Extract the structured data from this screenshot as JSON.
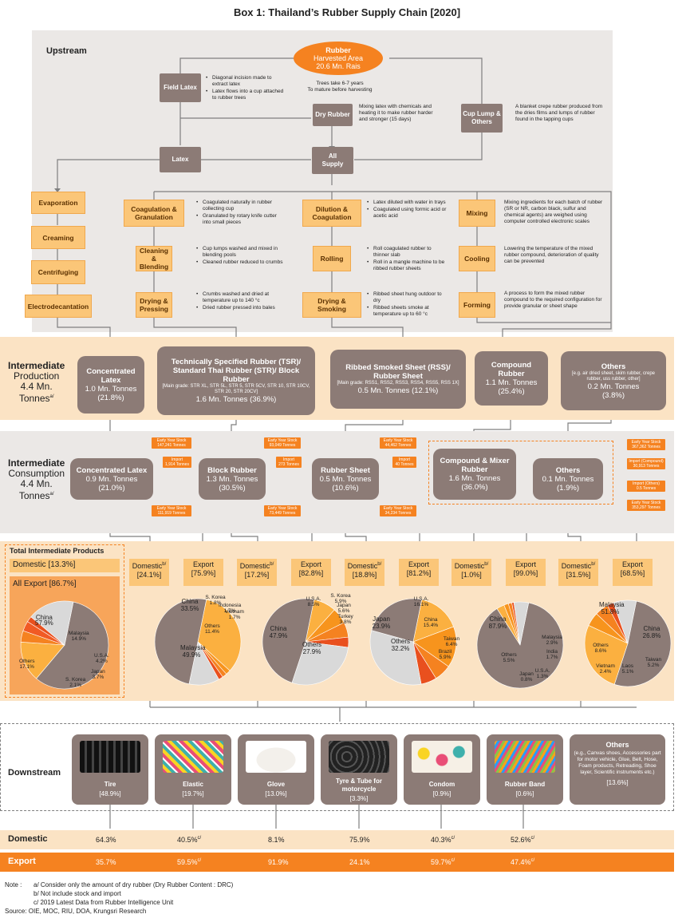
{
  "title": "Box 1: Thailand’s Rubber Supply Chain [2020]",
  "upstream": {
    "label": "Upstream",
    "harvest": {
      "name": "Rubber",
      "sub": "Harvested Area",
      "value": "20.6 Mn. Rais"
    },
    "field_latex": "Field Latex",
    "field_latex_desc": [
      "Diagonal incision made to extract latex",
      "Latex flows into a cup attached to rubber trees"
    ],
    "trees_note": [
      "Trees take 6-7 years",
      "To mature before harvesting"
    ],
    "dry_rubber": "Dry Rubber",
    "dry_rubber_desc": "Mixing latex with chemicals and heating it to make rubber harder and stronger (15 days)",
    "cup_lump": "Cup Lump & Others",
    "cup_lump_desc": "A blanket crepe rubber produced from the dries films and lumps of rubber found in the tapping cups",
    "latex": "Latex",
    "all_supply": "All Supply",
    "latex_steps": [
      "Evaporation",
      "Creaming",
      "Centrifuging",
      "Electrodecantation"
    ],
    "tsr_steps": [
      {
        "name": "Coagulation & Granulation",
        "desc": [
          "Coagulated naturally in rubber collecting cup",
          "Granulated by rotary knife cutter into small pieces"
        ]
      },
      {
        "name": "Cleaning & Blending",
        "desc": [
          "Cup lumps washed and mixed in blending pools",
          "Cleaned rubber reduced to crumbs"
        ]
      },
      {
        "name": "Drying & Pressing",
        "desc": [
          "Crumbs washed and dried at temperature up to 140 °c",
          "Dried rubber pressed into bales"
        ]
      }
    ],
    "rss_steps": [
      {
        "name": "Dilution & Coagulation",
        "desc": [
          "Latex diluted with water in trays",
          "Coagulated using formic acid or acetic acid"
        ]
      },
      {
        "name": "Rolling",
        "desc": [
          "Roll coagulated rubber to thinner slab",
          "Roll in a mangle machine to be ribbed rubber sheets"
        ]
      },
      {
        "name": "Drying & Smoking",
        "desc": [
          "Ribbed sheet hung outdoor to dry",
          "Ribbed sheets smoke at temperature up to 60 °c"
        ]
      }
    ],
    "compound_steps": [
      {
        "name": "Mixing",
        "desc": "Mixing ingredients for each batch of rubber (SR or NR, carbon black, sulfur and chemical agents) are weighed using computer controlled electronic scales"
      },
      {
        "name": "Cooling",
        "desc": "Lowering the temperature of the mixed rubber compound, deterioration of quality can be prevented"
      },
      {
        "name": "Forming",
        "desc": "A process to form the mixed rubber compound to the required configuration for provide granular or sheet shape"
      }
    ]
  },
  "production": {
    "label": [
      "Intermediate",
      "Production",
      "4.4 Mn.",
      "Tonnes"
    ],
    "label_sup": "a/",
    "items": [
      {
        "name": "Concentrated Latex",
        "sub": "",
        "value": "1.0 Mn. Tonnes",
        "pct": "(21.8%)"
      },
      {
        "name": "Technically Specified Rubber (TSR)/ Standard Thai Rubber (STR)/ Block Rubber",
        "sub": "[Main grade: STR XL, STR 5L, STR 5, STR 5CV, STR 10, STR 10CV, STR 20, STR 20CV]",
        "value": "1.6 Mn. Tonnes",
        "pct": "(36.9%)"
      },
      {
        "name": "Ribbed Smoked Sheet (RSS)/ Rubber Sheet",
        "sub": "[Main grade: RSS1, RSS2, RSS3, RSS4, RSS5, RSS 1X]",
        "value": "0.5 Mn. Tonnes",
        "pct": "(12.1%)"
      },
      {
        "name": "Compound Rubber",
        "sub": "",
        "value": "1.1 Mn. Tonnes",
        "pct": "(25.4%)"
      },
      {
        "name": "Others",
        "sub": "[e.g. air dried sheet, skim rubber, crepe rubber, uss rubber, other]",
        "value": "0.2 Mn. Tonnes",
        "pct": "(3.8%)"
      }
    ]
  },
  "consumption": {
    "label": [
      "Intermediate",
      "Consumption",
      "4.4 Mn.",
      "Tonnes"
    ],
    "label_sup": "a/",
    "items": [
      {
        "name": "Concentrated Latex",
        "value": "0.9 Mn. Tonnes",
        "pct": "(21.0%)"
      },
      {
        "name": "Block Rubber",
        "value": "1.3 Mn. Tonnes",
        "pct": "(30.5%)"
      },
      {
        "name": "Rubber Sheet",
        "value": "0.5 Mn. Tonnes",
        "pct": "(10.6%)"
      },
      {
        "name": "Compound & Mixer Rubber",
        "value": "1.6 Mn. Tonnes",
        "pct": "(36.0%)"
      },
      {
        "name": "Others",
        "value": "0.1 Mn. Tonnes",
        "pct": "(1.9%)"
      }
    ],
    "stock_tags": [
      [
        "Early Year Stock",
        "147,241 Tonnes"
      ],
      [
        "Import",
        "1,914 Tonnes"
      ],
      [
        "Early Year Stock",
        "111,919 Tonnes"
      ],
      [
        "Early Year Stock",
        "93,049 Tonnes"
      ],
      [
        "Import",
        "273 Tonnes"
      ],
      [
        "Early Year Stock",
        "73,449 Tonnes"
      ],
      [
        "Early Year Stock",
        "44,462 Tonnes"
      ],
      [
        "Import",
        "40 Tonnes"
      ],
      [
        "Early Year Stock",
        "34,234 Tonnes"
      ],
      [
        "Early Year Stock",
        "367,362 Tonnes"
      ],
      [
        "Import (Compound)",
        "30,913 Tonnes"
      ],
      [
        "Import (Others)",
        "0.5 Tonnes"
      ],
      [
        "Early Year Stock",
        "353,297 Tonnes"
      ]
    ]
  },
  "total_intermediate": {
    "title": "Total Intermediate Products",
    "domestic": "Domestic [13.3%]",
    "export": "All Export [86.7%]",
    "pie": [
      {
        "label": "China",
        "value": 57.9,
        "color": "#8c7b76"
      },
      {
        "label": "Malaysia",
        "value": 14.9,
        "color": "#fbb040"
      },
      {
        "label": "U.S.A.",
        "value": 4.2,
        "color": "#f58220"
      },
      {
        "label": "Japan",
        "value": 3.7,
        "color": "#f15a24"
      },
      {
        "label": "S. Korea",
        "value": 2.1,
        "color": "#e9501e"
      },
      {
        "label": "Others",
        "value": 17.1,
        "color": "#d9d9d9"
      }
    ]
  },
  "trade": [
    {
      "domestic": "Domestic",
      "domestic_sup": "b/",
      "domestic_pct": "[24.1%]",
      "export": "Export",
      "export_pct": "[75.9%]",
      "pie": [
        {
          "label": "China",
          "value": 33.5,
          "color": "#fbb040"
        },
        {
          "label": "S. Korea",
          "value": 1.8,
          "color": "#f7941d"
        },
        {
          "label": "Indonesia",
          "value": 1.7,
          "color": "#f58220"
        },
        {
          "label": "Vietnam",
          "value": 1.7,
          "color": "#e9501e"
        },
        {
          "label": "Others",
          "value": 11.4,
          "color": "#d9d9d9"
        },
        {
          "label": "Malaysia",
          "value": 49.9,
          "color": "#8c7b76"
        }
      ]
    },
    {
      "domestic": "Domestic",
      "domestic_sup": "b/",
      "domestic_pct": "[17.2%]",
      "export": "Export",
      "export_pct": "[82.8%]",
      "pie": [
        {
          "label": "U.S.A.",
          "value": 8.5,
          "color": "#fbb040"
        },
        {
          "label": "S. Korea",
          "value": 5.9,
          "color": "#f7941d"
        },
        {
          "label": "Japan",
          "value": 5.6,
          "color": "#f58220"
        },
        {
          "label": "Turkey",
          "value": 3.8,
          "color": "#e9501e"
        },
        {
          "label": "Others",
          "value": 27.9,
          "color": "#d9d9d9"
        },
        {
          "label": "China",
          "value": 47.9,
          "color": "#8c7b76"
        }
      ]
    },
    {
      "domestic": "Domestic",
      "domestic_sup": "b/",
      "domestic_pct": "[18.8%]",
      "export": "Export",
      "export_pct": "[81.2%]",
      "pie": [
        {
          "label": "U.S.A.",
          "value": 16.1,
          "color": "#fbb040"
        },
        {
          "label": "China",
          "value": 15.4,
          "color": "#f7941d"
        },
        {
          "label": "Taiwan",
          "value": 6.4,
          "color": "#f58220"
        },
        {
          "label": "Brazil",
          "value": 5.9,
          "color": "#e9501e"
        },
        {
          "label": "Others",
          "value": 32.2,
          "color": "#d9d9d9"
        },
        {
          "label": "Japan",
          "value": 23.9,
          "color": "#8c7b76"
        }
      ]
    },
    {
      "domestic": "Domestic",
      "domestic_sup": "b/",
      "domestic_pct": "[1.0%]",
      "export": "Export",
      "export_pct": "[99.0%]",
      "pie": [
        {
          "label": "China",
          "value": 87.9,
          "color": "#8c7b76"
        },
        {
          "label": "Malaysia",
          "value": 2.9,
          "color": "#fbb040"
        },
        {
          "label": "India",
          "value": 1.7,
          "color": "#f7941d"
        },
        {
          "label": "U.S.A.",
          "value": 1.3,
          "color": "#f58220"
        },
        {
          "label": "Japan",
          "value": 0.8,
          "color": "#e9501e"
        },
        {
          "label": "Others",
          "value": 5.5,
          "color": "#d9d9d9"
        }
      ]
    },
    {
      "domestic": "Domestic",
      "domestic_sup": "b/",
      "domestic_pct": "[31.5%]",
      "export": "Export",
      "export_pct": "[68.5%]",
      "pie": [
        {
          "label": "Malaysia",
          "value": 51.8,
          "color": "#8c7b76"
        },
        {
          "label": "China",
          "value": 26.8,
          "color": "#fbb040"
        },
        {
          "label": "Taiwan",
          "value": 5.2,
          "color": "#f7941d"
        },
        {
          "label": "Laos",
          "value": 5.1,
          "color": "#f58220"
        },
        {
          "label": "Vietnam",
          "value": 2.4,
          "color": "#e9501e"
        },
        {
          "label": "Others",
          "value": 8.6,
          "color": "#d9d9d9"
        }
      ]
    }
  ],
  "pie_value_labels": [
    [
      "China",
      "57.9%",
      "Malaysia",
      "14.9%",
      "U.S.A.",
      "4.2%",
      "Japan",
      "3.7%",
      "S. Korea",
      "2.1%",
      "Others",
      "17.1%"
    ]
  ],
  "downstream": {
    "label": "Downstream",
    "items": [
      {
        "name": "Tire",
        "pct": "[48.9%]",
        "domestic": "64.3%",
        "domestic_sup": "",
        "export": "35.7%",
        "export_sup": ""
      },
      {
        "name": "Elastic",
        "pct": "[19.7%]",
        "domestic": "40.5%",
        "domestic_sup": "c/",
        "export": "59.5%",
        "export_sup": "c/"
      },
      {
        "name": "Glove",
        "pct": "[13.0%]",
        "domestic": "8.1%",
        "domestic_sup": "",
        "export": "91.9%",
        "export_sup": ""
      },
      {
        "name": "Tyre & Tube for motorcycle",
        "pct": "[3.3%]",
        "domestic": "75.9%",
        "domestic_sup": "",
        "export": "24.1%",
        "export_sup": ""
      },
      {
        "name": "Condom",
        "pct": "[0.9%]",
        "domestic": "40.3%",
        "domestic_sup": "c/",
        "export": "59.7%",
        "export_sup": "c/"
      },
      {
        "name": "Rubber Band",
        "pct": "[0.6%]",
        "domestic": "52.6%",
        "domestic_sup": "c/",
        "export": "47.4%",
        "export_sup": "c/"
      }
    ],
    "others": {
      "name": "Others",
      "desc": "(e.g., Canvas shoes, Accessories part for motor vehicle, Glue, Belt, Hose, Foam products, Retreading, Shoe layer, Scientific instruments etc.)",
      "pct": "[13.6%]"
    },
    "domestic_label": "Domestic",
    "export_label": "Export"
  },
  "notes": {
    "prefix": "Note :",
    "lines": [
      "a/ Consider only the amount of dry rubber (Dry Rubber Content : DRC)",
      "b/ Not include stock and import",
      "c/ 2019 Latest Data from Rubber Intelligence Unit"
    ],
    "source": "Source: OIE, MOC, RIU, DOA, Krungsri Research"
  }
}
